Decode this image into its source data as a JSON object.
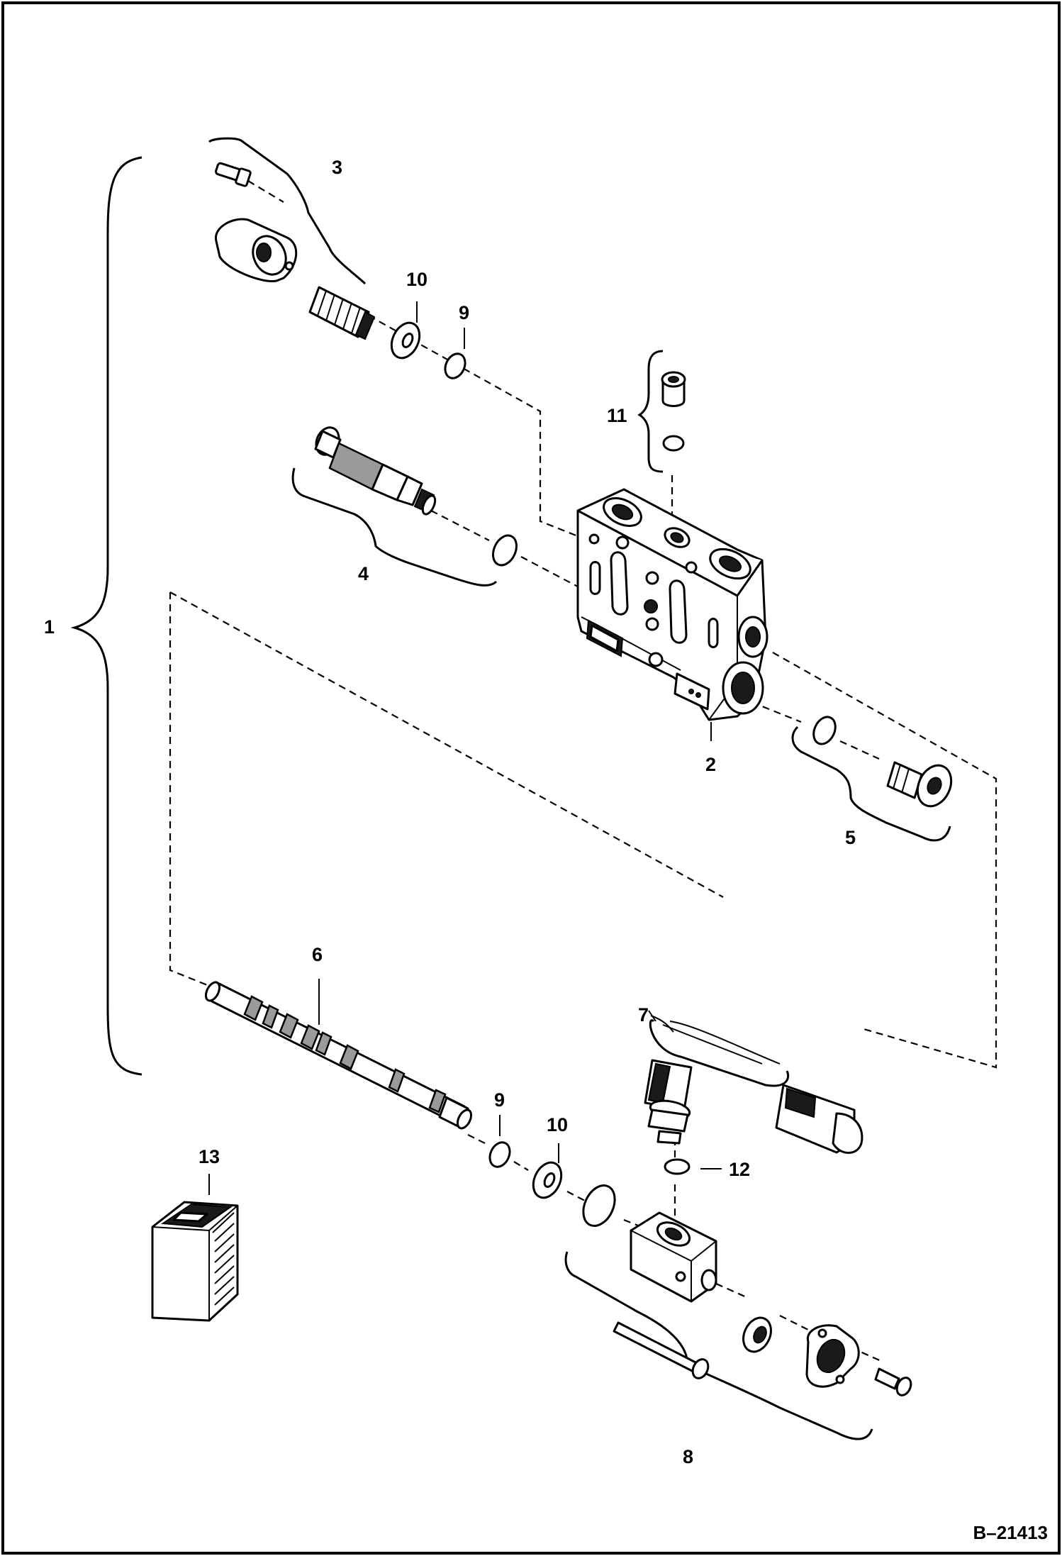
{
  "figure_ref": "B–21413",
  "callouts": [
    {
      "id": "1",
      "text": "1"
    },
    {
      "id": "2",
      "text": "2"
    },
    {
      "id": "3",
      "text": "3"
    },
    {
      "id": "4",
      "text": "4"
    },
    {
      "id": "5",
      "text": "5"
    },
    {
      "id": "6",
      "text": "6"
    },
    {
      "id": "7",
      "text": "7"
    },
    {
      "id": "8",
      "text": "8"
    },
    {
      "id": "9a",
      "text": "9"
    },
    {
      "id": "9b",
      "text": "9"
    },
    {
      "id": "10a",
      "text": "10"
    },
    {
      "id": "10b",
      "text": "10"
    },
    {
      "id": "11",
      "text": "11"
    },
    {
      "id": "12",
      "text": "12"
    },
    {
      "id": "13",
      "text": "13"
    }
  ]
}
